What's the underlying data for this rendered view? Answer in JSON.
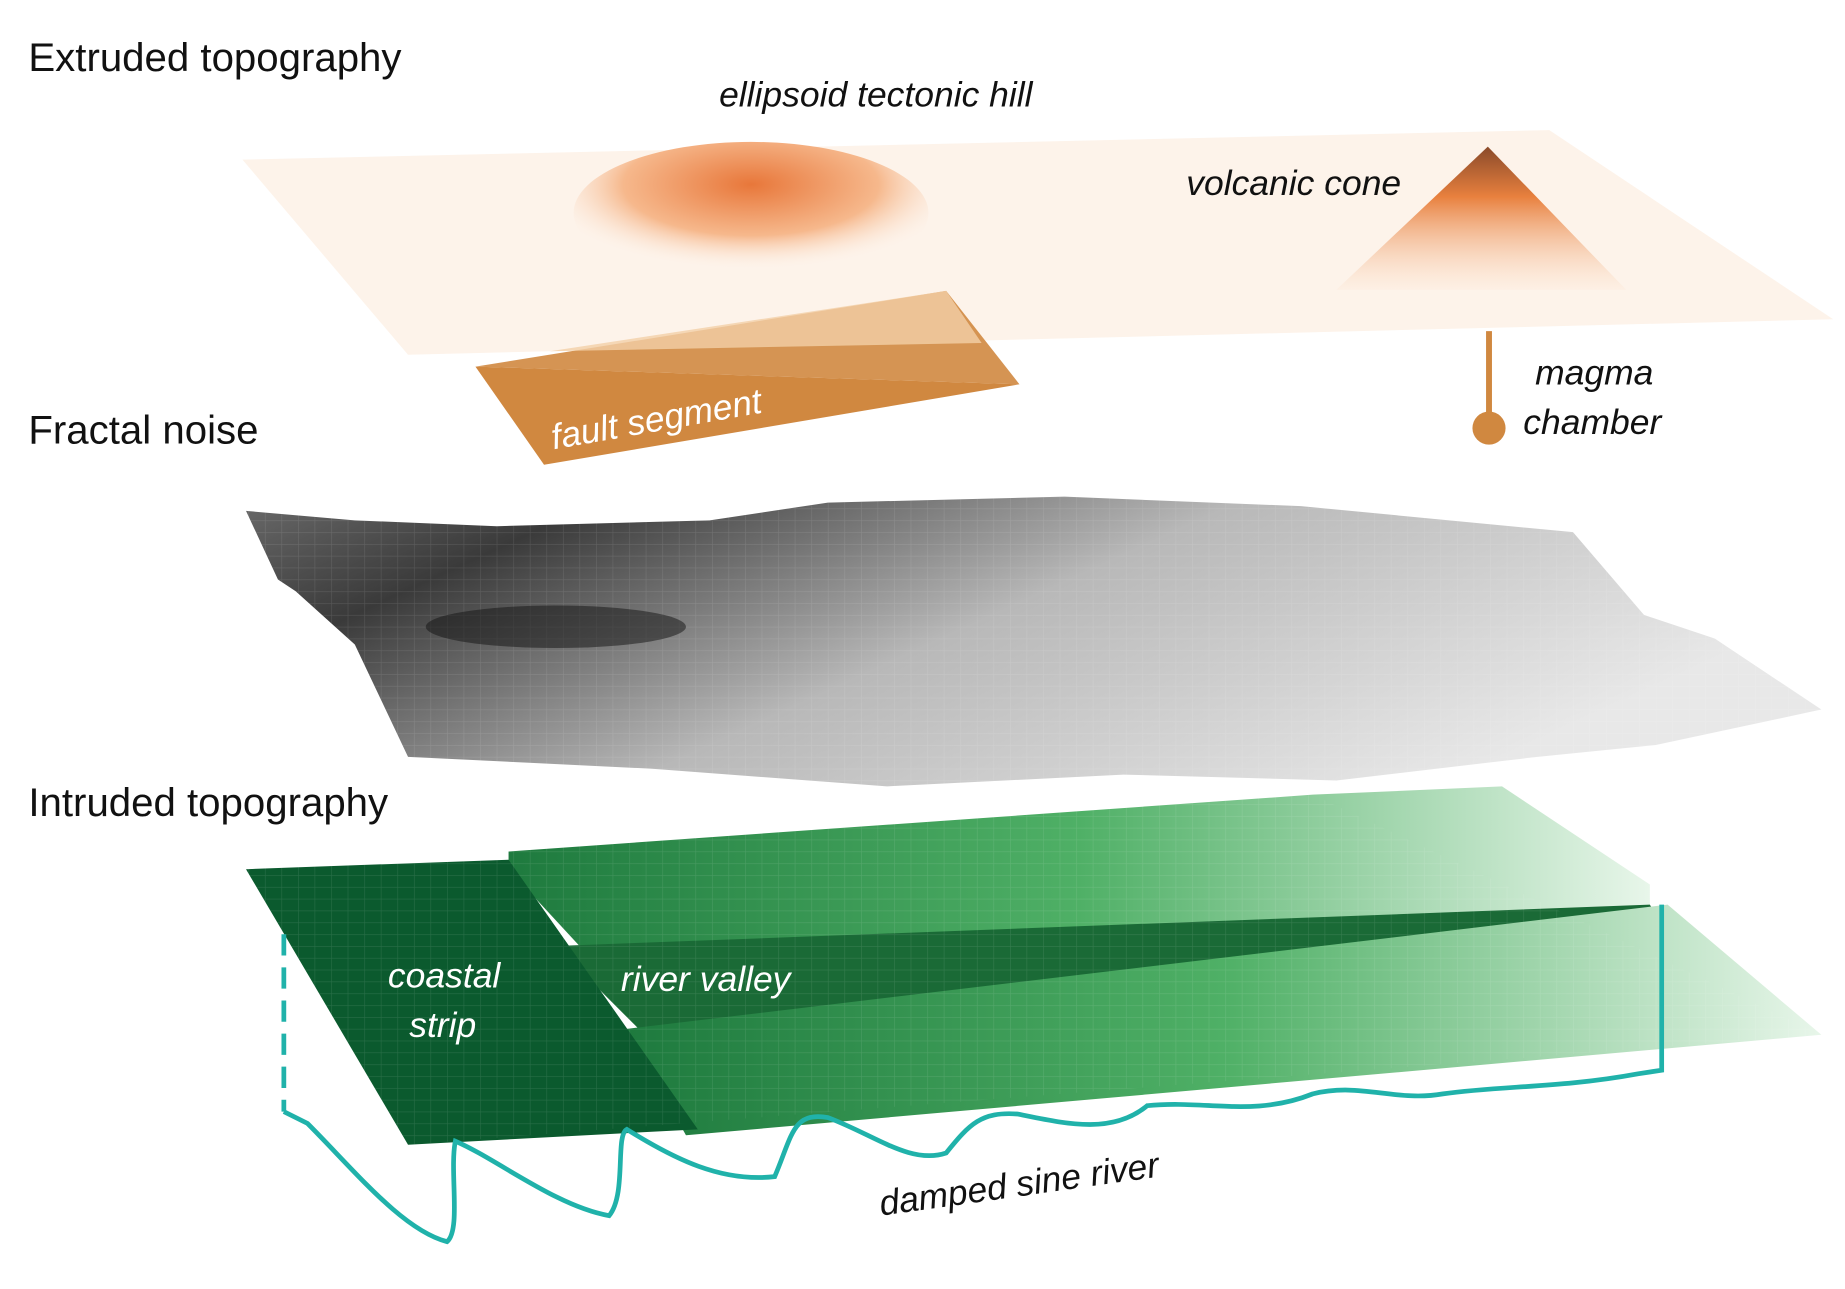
{
  "titles": {
    "extruded": "Extruded topography",
    "fractal": "Fractal noise",
    "intruded": "Intruded topography"
  },
  "labels": {
    "hill": "ellipsoid tectonic hill",
    "cone": "volcanic cone",
    "fault": "fault segment",
    "magma_line1": "magma",
    "magma_line2": "chamber",
    "coastal_line1": "coastal",
    "coastal_line2": "strip",
    "river_valley": "river valley",
    "river": "damped sine river"
  },
  "colors": {
    "orange_plane": "#fdf3ea",
    "orange_dark": "#d08840",
    "hill": "#ee8a4a",
    "gray_dark": "#222222",
    "green_dark": "#0b5a2e",
    "green_mid": "#3aa35a",
    "teal": "#20b2aa"
  }
}
